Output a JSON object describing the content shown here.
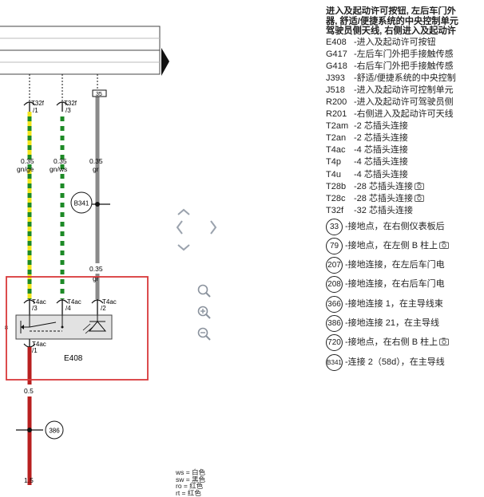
{
  "diagram": {
    "connectors": {
      "t32f_1": "T32f",
      "t32f_1_pin": "/1",
      "t32f_3": "T32f",
      "t32f_3_pin": "/3",
      "box_35": "35",
      "t4ac_3": "T4ac",
      "t4ac_3_pin": "/3",
      "t4ac_4": "T4ac",
      "t4ac_4_pin": "/4",
      "t4ac_2": "T4ac",
      "t4ac_2_pin": "/2",
      "t4ac_1": "T4ac",
      "t4ac_1_pin": "/1"
    },
    "wires": {
      "w1_size": "0.35",
      "w1_color": "gn/ge",
      "w2_size": "0.35",
      "w2_color": "gn/ws",
      "w3_size": "0.35",
      "w3_color": "gr",
      "w4_size": "0.35",
      "w4_color": "gr",
      "w5_size": "0.5",
      "w6_size": "1.5"
    },
    "nodes": {
      "b341": "B341",
      "g386": "386"
    },
    "component": "E408",
    "left_cut_label": "8"
  },
  "colors": {
    "highlight": "#d9383a",
    "wire_green": "#1d8a26",
    "wire_yellow": "#f2e41c",
    "wire_gray": "#8a8a8a",
    "wire_red": "#b81f1f",
    "component_fill": "#e2e2e2"
  },
  "legend": {
    "title_lines": [
      "进入及起动许可按钮, 左后车门外",
      "器, 舒适/便捷系统的中央控制单元",
      "驾驶员侧天线, 右侧进入及起动许"
    ],
    "items": [
      {
        "code": "E408",
        "desc": "-进入及起动许可按钮"
      },
      {
        "code": "G417",
        "desc": "-左后车门外把手接触传感"
      },
      {
        "code": "G418",
        "desc": "-右后车门外把手接触传感"
      },
      {
        "code": "J393",
        "desc": "-舒适/便捷系统的中央控制"
      },
      {
        "code": "J518",
        "desc": "-进入及起动许可控制单元"
      },
      {
        "code": "R200",
        "desc": "-进入及起动许可驾驶员侧"
      },
      {
        "code": "R201",
        "desc": "-右侧进入及起动许可天线"
      },
      {
        "code": "T2am",
        "desc": "-2 芯插头连接"
      },
      {
        "code": "T2an",
        "desc": "-2 芯插头连接"
      },
      {
        "code": "T4ac",
        "desc": "-4 芯插头连接"
      },
      {
        "code": "T4p",
        "desc": "-4 芯插头连接"
      },
      {
        "code": "T4u",
        "desc": "-4 芯插头连接"
      },
      {
        "code": "T28b",
        "desc": "-28 芯插头连接",
        "camera": true
      },
      {
        "code": "T28c",
        "desc": "-28 芯插头连接",
        "camera": true
      },
      {
        "code": "T32f",
        "desc": "-32 芯插头连接"
      }
    ],
    "grounds": [
      {
        "num": "33",
        "desc": "-接地点，在右侧仪表板后"
      },
      {
        "num": "79",
        "desc": "-接地点，在左侧 B 柱上",
        "camera": true
      },
      {
        "num": "207",
        "desc": "-接地连接，在左后车门电"
      },
      {
        "num": "208",
        "desc": "-接地连接，在右后车门电"
      },
      {
        "num": "366",
        "desc": "-接地连接 1，在主导线束"
      },
      {
        "num": "386",
        "desc": "-接地连接 21，在主导线"
      },
      {
        "num": "720",
        "desc": "-接地点，在右侧 B 柱上",
        "camera": true
      },
      {
        "num": "B341",
        "desc": "-连接 2（58d），在主导线"
      }
    ]
  },
  "color_key": [
    "ws = 白色",
    "sw = 黑色",
    "ro = 红色",
    "rt = 红色"
  ]
}
